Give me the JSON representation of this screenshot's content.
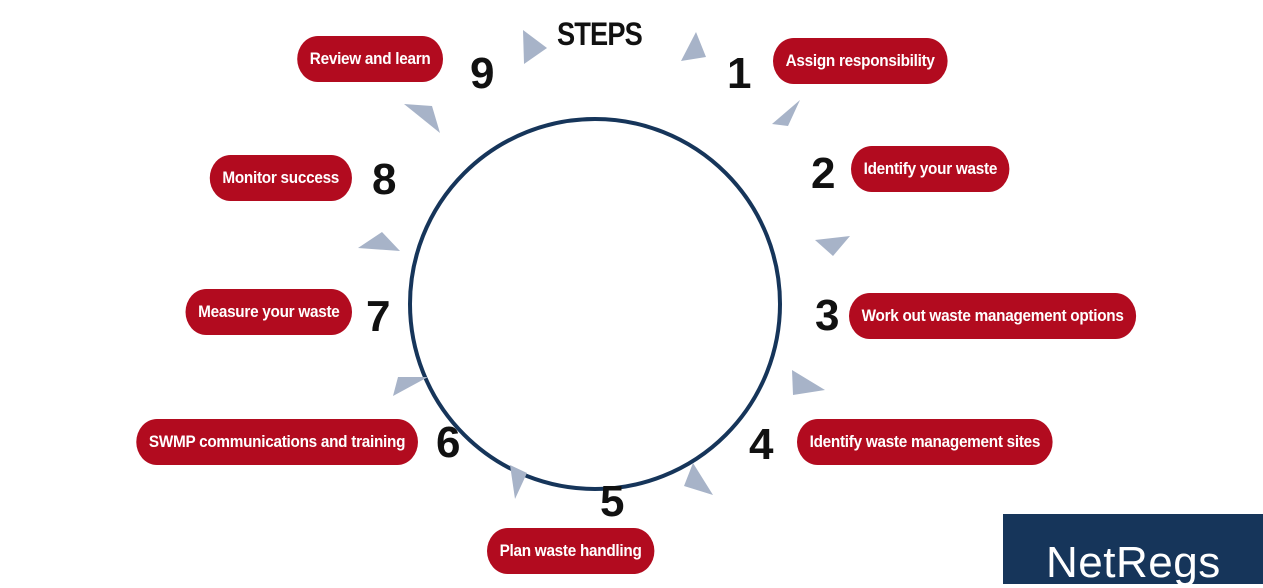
{
  "heading": "STEPS",
  "brand": "NetRegs",
  "colors": {
    "circle": "#16355a",
    "pill": "#b20b1f",
    "arrow": "#a7b3c8",
    "brand_bg": "#16355a"
  },
  "steps": [
    {
      "number": "1",
      "label": "Assign responsibility"
    },
    {
      "number": "2",
      "label": "Identify your waste"
    },
    {
      "number": "3",
      "label": "Work out waste management options"
    },
    {
      "number": "4",
      "label": "Identify waste management sites"
    },
    {
      "number": "5",
      "label": "Plan waste handling"
    },
    {
      "number": "6",
      "label": "SWMP communications and training"
    },
    {
      "number": "7",
      "label": "Measure your waste"
    },
    {
      "number": "8",
      "label": "Monitor success"
    },
    {
      "number": "9",
      "label": "Review and learn"
    }
  ]
}
